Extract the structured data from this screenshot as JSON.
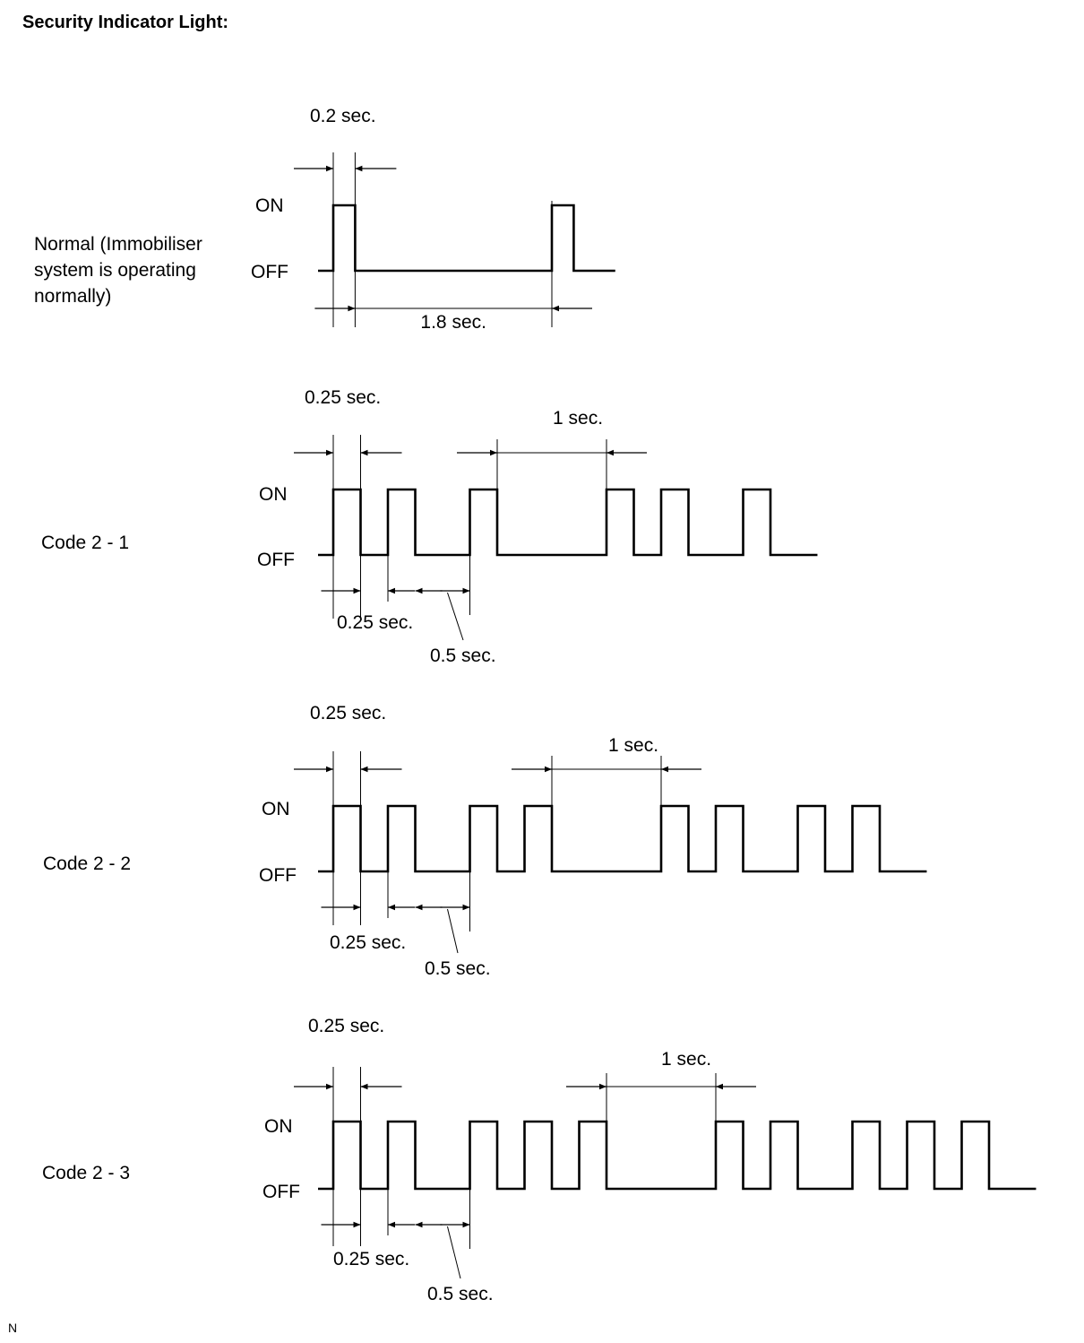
{
  "title": "Security Indicator Light:",
  "corner_mark": "N",
  "state_labels": {
    "on": "ON",
    "off": "OFF"
  },
  "rows": [
    {
      "id": "normal",
      "label_lines": [
        "Normal (Immobiliser",
        "system is operating",
        "normally)"
      ],
      "pulse_width_label": "0.2 sec.",
      "gap_label": "1.8 sec.",
      "pulses": [
        [
          0,
          0.2
        ],
        [
          2.0,
          2.2
        ]
      ],
      "trace_end": 2.58
    },
    {
      "id": "code-2-1",
      "label_lines": [
        "Code 2 - 1"
      ],
      "pulse_width_label": "0.25 sec.",
      "short_gap_label": "0.25 sec.",
      "digit_gap_label": "0.5 sec.",
      "long_gap_label": "1 sec.",
      "pulses": [
        [
          0,
          0.25
        ],
        [
          0.5,
          0.75
        ],
        [
          1.25,
          1.5
        ],
        [
          2.5,
          2.75
        ],
        [
          3.0,
          3.25
        ],
        [
          3.75,
          4.0
        ]
      ],
      "trace_end": 4.43
    },
    {
      "id": "code-2-2",
      "label_lines": [
        "Code 2 - 2"
      ],
      "pulse_width_label": "0.25 sec.",
      "short_gap_label": "0.25 sec.",
      "digit_gap_label": "0.5 sec.",
      "long_gap_label": "1 sec.",
      "pulses": [
        [
          0,
          0.25
        ],
        [
          0.5,
          0.75
        ],
        [
          1.25,
          1.5
        ],
        [
          1.75,
          2.0
        ],
        [
          3.0,
          3.25
        ],
        [
          3.5,
          3.75
        ],
        [
          4.25,
          4.5
        ],
        [
          4.75,
          5.0
        ]
      ],
      "trace_end": 5.43
    },
    {
      "id": "code-2-3",
      "label_lines": [
        "Code 2 - 3"
      ],
      "pulse_width_label": "0.25 sec.",
      "short_gap_label": "0.25 sec.",
      "digit_gap_label": "0.5 sec.",
      "long_gap_label": "1 sec.",
      "pulses": [
        [
          0,
          0.25
        ],
        [
          0.5,
          0.75
        ],
        [
          1.25,
          1.5
        ],
        [
          1.75,
          2.0
        ],
        [
          2.25,
          2.5
        ],
        [
          3.5,
          3.75
        ],
        [
          4.0,
          4.25
        ],
        [
          4.75,
          5.0
        ],
        [
          5.25,
          5.5
        ],
        [
          5.75,
          6.0
        ]
      ],
      "trace_end": 6.43
    }
  ]
}
